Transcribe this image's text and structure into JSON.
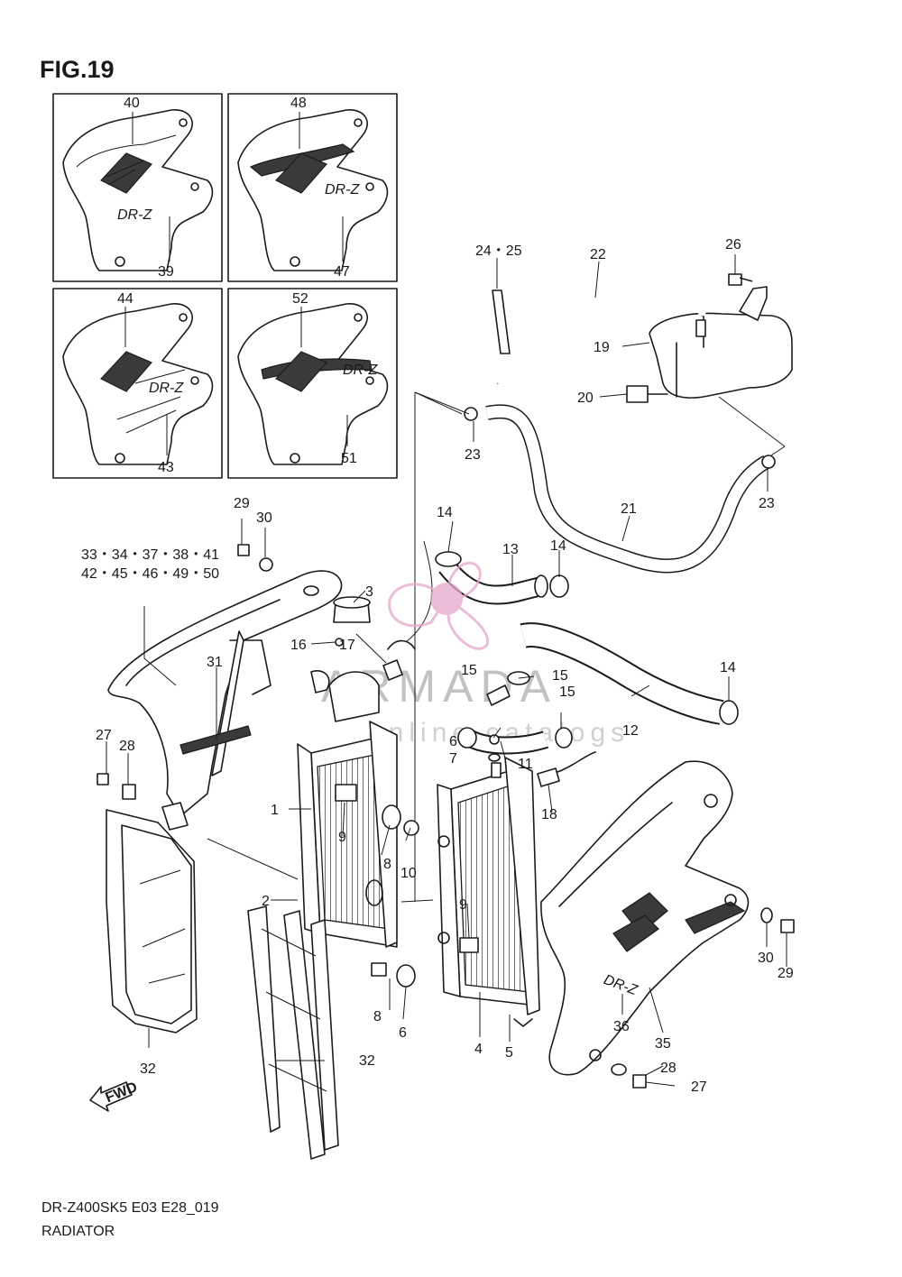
{
  "figure": {
    "title": "FIG.19",
    "model_code": "DR-Z400SK5 E03 E28_019",
    "section_name": "RADIATOR"
  },
  "watermark": {
    "brand": "ARMADA",
    "subtitle": "online catalogs",
    "color": "#e6a8cc"
  },
  "callouts": {
    "c1": "1",
    "c2": "2",
    "c3": "3",
    "c4": "4",
    "c5": "5",
    "c6a": "6",
    "c6b": "6",
    "c7": "7",
    "c8a": "8",
    "c8b": "8",
    "c9a": "9",
    "c9b": "9",
    "c10": "10",
    "c11": "11",
    "c12": "12",
    "c13": "13",
    "c14a": "14",
    "c14b": "14",
    "c14c": "14",
    "c15a": "15",
    "c15b": "15",
    "c15c": "15",
    "c16": "16",
    "c17": "17",
    "c18": "18",
    "c19": "19",
    "c20": "20",
    "c21": "21",
    "c22": "22",
    "c23a": "23",
    "c23b": "23",
    "c2425": "24・25",
    "c26": "26",
    "c27a": "27",
    "c27b": "27",
    "c28a": "28",
    "c28b": "28",
    "c29a": "29",
    "c29b": "29",
    "c30a": "30",
    "c30b": "30",
    "c31": "31",
    "c32a": "32",
    "c32b": "32",
    "c33row1": "33・34・37・38・41",
    "c33row2": "42・45・46・49・50",
    "c35": "35",
    "c36": "36",
    "c39": "39",
    "c40": "40",
    "c43": "43",
    "c44": "44",
    "c47": "47",
    "c48": "48",
    "c51": "51",
    "c52": "52"
  },
  "shroud_graphics": {
    "logo_text": "DR-Z",
    "fwd_label": "FWD"
  }
}
